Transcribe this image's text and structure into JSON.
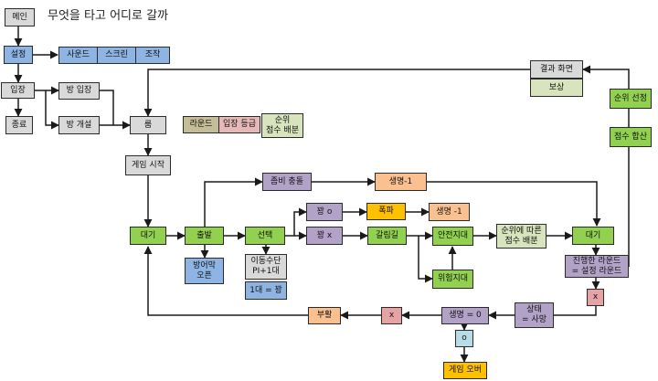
{
  "title": "무엇을 타고 어디로 갈까",
  "colors": {
    "gray": "#d9d9d9",
    "blue": "#8eb4e3",
    "khaki": "#c4bd97",
    "pink": "#e6b9b8",
    "lightgreen": "#d7e4bd",
    "green": "#92d050",
    "purple": "#b3a2c7",
    "peach": "#fac090",
    "yellow": "#ffc000",
    "cyan": "#b7dee8",
    "rose": "#e6a3a3",
    "edge": "#1a1a1a"
  },
  "nodes": {
    "main": "메인",
    "settings": "설정",
    "sound": "사운드",
    "screen": "스크린",
    "control": "조작",
    "enter": "입장",
    "quit": "종료",
    "join_room": "방 입장",
    "create_room": "방 개설",
    "room": "룸",
    "round": "라운드",
    "entry_grade": "입장 등급",
    "rank_score": "순위\n점수 배분",
    "game_start": "게임 시작",
    "wait1": "대기",
    "zombie": "좀비 충돌",
    "life_minus": "생명-1",
    "depart": "출발",
    "barrier": "방어막\n오픈",
    "select": "선택",
    "vehicle": "이동수단\nPI+1대",
    "one_car": "1대 = 꽝",
    "dud_o": "꽝 o",
    "dud_x": "꽝 x",
    "bomb": "폭파",
    "life_minus2": "생명 -1",
    "fork": "갈림길",
    "safe": "안전지대",
    "danger": "위험지대",
    "rank_based": "순위에 따른\n점수 배분",
    "wait2": "대기",
    "round_check": "진행한 라운드\n= 설정 라운드",
    "x_right": "x",
    "result": "결과 화면",
    "reward": "보상",
    "rank_select": "순위 선정",
    "score_sum": "점수 합산",
    "revive": "부활",
    "x_mid": "x",
    "life_zero": "생명 = 0",
    "state_dead": "상태\n= 사망",
    "o": "o",
    "game_over": "게임 오버"
  }
}
